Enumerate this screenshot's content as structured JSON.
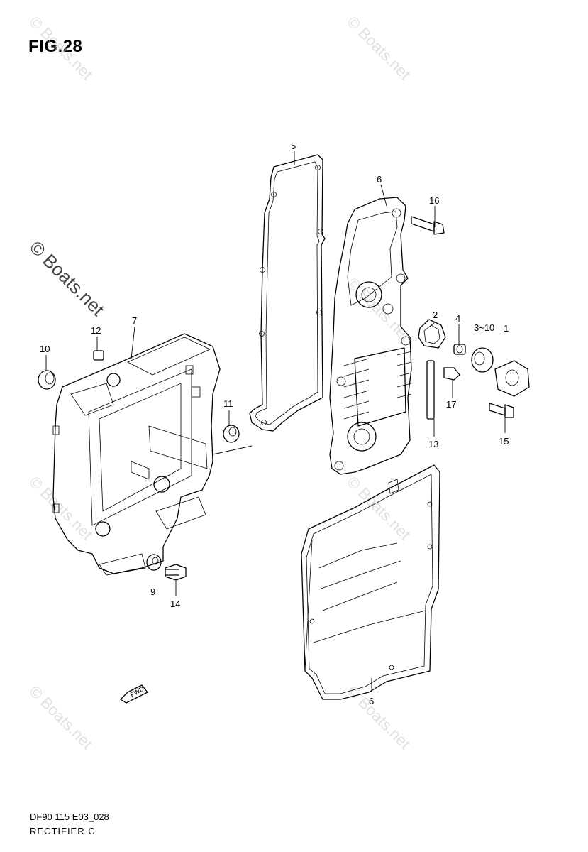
{
  "figure": {
    "title": "FIG.28",
    "footer_code": "DF90 115 E03_028",
    "footer_name": "RECTIFIER C"
  },
  "watermark": {
    "text": "© Boats.net"
  },
  "callouts": [
    {
      "id": "1",
      "label": "1"
    },
    {
      "id": "2",
      "label": "2"
    },
    {
      "id": "4",
      "label": "4"
    },
    {
      "id": "5",
      "label": "5"
    },
    {
      "id": "6a",
      "label": "6"
    },
    {
      "id": "6b",
      "label": "6"
    },
    {
      "id": "7",
      "label": "7"
    },
    {
      "id": "9",
      "label": "9"
    },
    {
      "id": "10",
      "label": "10"
    },
    {
      "id": "11",
      "label": "11"
    },
    {
      "id": "12",
      "label": "12"
    },
    {
      "id": "13",
      "label": "13"
    },
    {
      "id": "14",
      "label": "14"
    },
    {
      "id": "15",
      "label": "15"
    },
    {
      "id": "16",
      "label": "16"
    },
    {
      "id": "17",
      "label": "17"
    },
    {
      "id": "3-10",
      "label": "3~10"
    }
  ],
  "direction_marker": {
    "label": "FWD"
  }
}
